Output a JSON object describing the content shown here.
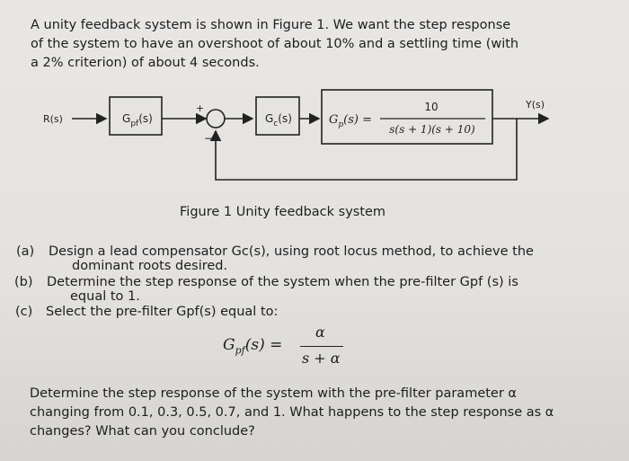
{
  "intro": {
    "lines": [
      "A unity feedback system is shown in Figure 1. We want the step response",
      "of the system to have an overshoot of about 10% and a settling time (with",
      "a 2% criterion) of about 4 seconds."
    ]
  },
  "diagram": {
    "input_label": "R(s)",
    "output_label": "Y(s)",
    "prefilter_label": "G",
    "prefilter_sub": "pf",
    "prefilter_arg": "(s)",
    "plus_sign": "+",
    "minus_sign": "−",
    "controller_label": "G",
    "controller_sub": "c",
    "controller_arg": "(s)",
    "plant_lhs": "G",
    "plant_sub": "p",
    "plant_rhs": "(s) =",
    "plant_num": "10",
    "plant_den": "s(s + 1)(s + 10)"
  },
  "caption": "Figure 1 Unity feedback system",
  "questions": [
    {
      "label": "(a)",
      "lines": [
        "Design a lead compensator Gc(s), using root locus method, to achieve the",
        "dominant roots desired."
      ]
    },
    {
      "label": "(b)",
      "lines": [
        "Determine the step response of the system when the pre-filter Gpf (s) is",
        "equal to 1."
      ]
    },
    {
      "label": "(c)",
      "lines": [
        "Select the pre-filter Gpf(s) equal to:"
      ]
    }
  ],
  "formula": {
    "lhs": "G",
    "lhs_sub": "pf",
    "lhs_arg": "(s) =",
    "num": "α",
    "den": "s + α"
  },
  "conclusion": [
    "Determine the step response of the system with the pre-filter parameter α",
    "changing from 0.1, 0.3, 0.5, 0.7, and 1. What happens to the step response as α",
    "changes? What can you conclude?"
  ]
}
